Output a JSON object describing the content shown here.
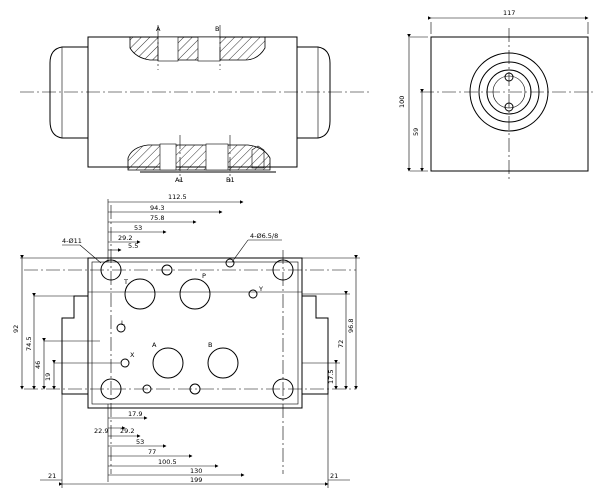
{
  "views": {
    "section": {
      "port_labels": {
        "a": "A",
        "b": "B",
        "a1": "A1",
        "b1": "B1"
      }
    },
    "side": {
      "width": "117",
      "height": "100",
      "center_height": "59"
    },
    "plan": {
      "top_dims": [
        "112.5",
        "94.3",
        "75.8",
        "53",
        "29.2",
        "5.5"
      ],
      "bottom_dims": [
        "17.9",
        "22.9",
        "29.2",
        "53",
        "77",
        "100.5",
        "130",
        "199"
      ],
      "left_dims": [
        "92",
        "74.5",
        "46",
        "19"
      ],
      "right_dims": [
        "96.8",
        "72",
        "17.5"
      ],
      "edge_dims": {
        "left": "21",
        "right": "21"
      },
      "callouts": {
        "mount_holes": "4-Ø11",
        "pin_holes": "4-Ø6.5/8"
      },
      "port_labels": {
        "t": "T",
        "p": "P",
        "a": "A",
        "b": "B",
        "x": "X",
        "y": "Y",
        "l": "L"
      }
    }
  }
}
